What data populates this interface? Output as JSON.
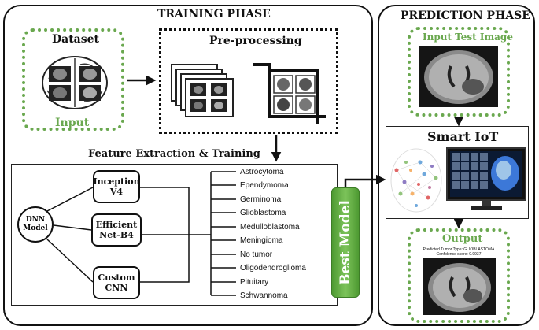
{
  "training": {
    "title": "TRAINING PHASE",
    "dataset_label": "Dataset",
    "input_label": "Input",
    "preprocessing_label": "Pre-processing",
    "feature_label": "Feature Extraction & Training",
    "dnn_label": "DNN\nModel",
    "models": [
      "Inception\nV4",
      "Efficient\nNet-B4",
      "Custom\nCNN"
    ],
    "classes": [
      "Astrocytoma",
      "Ependymoma",
      "Germinoma",
      "Glioblastoma",
      "Medulloblastoma",
      "Meningioma",
      "No tumor",
      "Oligodendroglioma",
      "Pituitary",
      "Schwannoma"
    ],
    "best_model_label": "Best Model"
  },
  "prediction": {
    "title": "PREDICTION PHASE",
    "input_test_label": "Input Test Image",
    "smart_iot_label": "Smart IoT",
    "output_label": "Output",
    "predicted_text": "Predicted Tumor Type: GLIOBLASTOMA",
    "confidence_text": "Confidence score: 0.9937"
  },
  "colors": {
    "green": "#6aa84f",
    "best_model_green": "#5fa83f",
    "dotted_black": "#111111"
  }
}
